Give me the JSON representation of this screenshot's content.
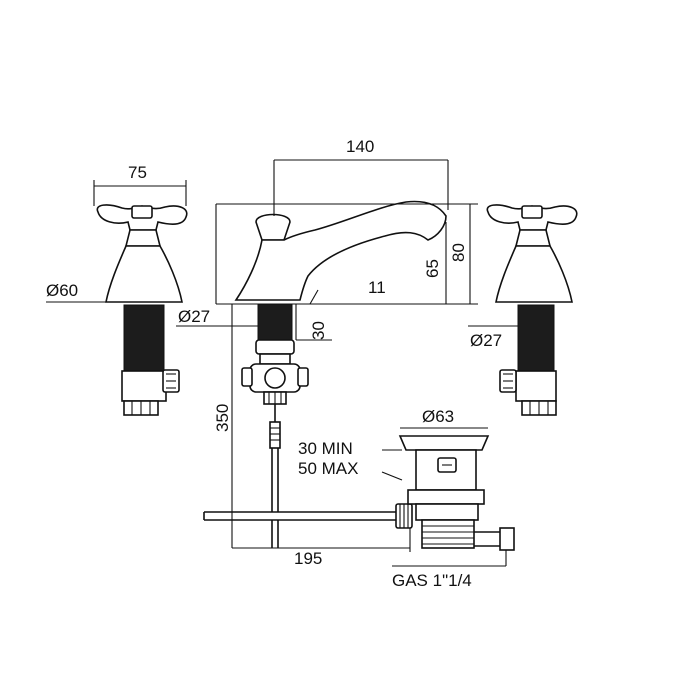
{
  "dimensions": {
    "handle_span": "75",
    "spout_length": "140",
    "total_height": "80",
    "spout_height": "65",
    "spout_reach": "11",
    "base_diameter_left": "Ø60",
    "shank_diameter_center": "Ø27",
    "shank_diameter_right": "Ø27",
    "shank_thickness": "30",
    "shank_length": "350",
    "waste_diameter": "Ø63",
    "waste_min": "30 MIN",
    "waste_max": "50 MAX",
    "waste_horizontal": "195",
    "waste_thread": "GAS 1\"1/4"
  }
}
